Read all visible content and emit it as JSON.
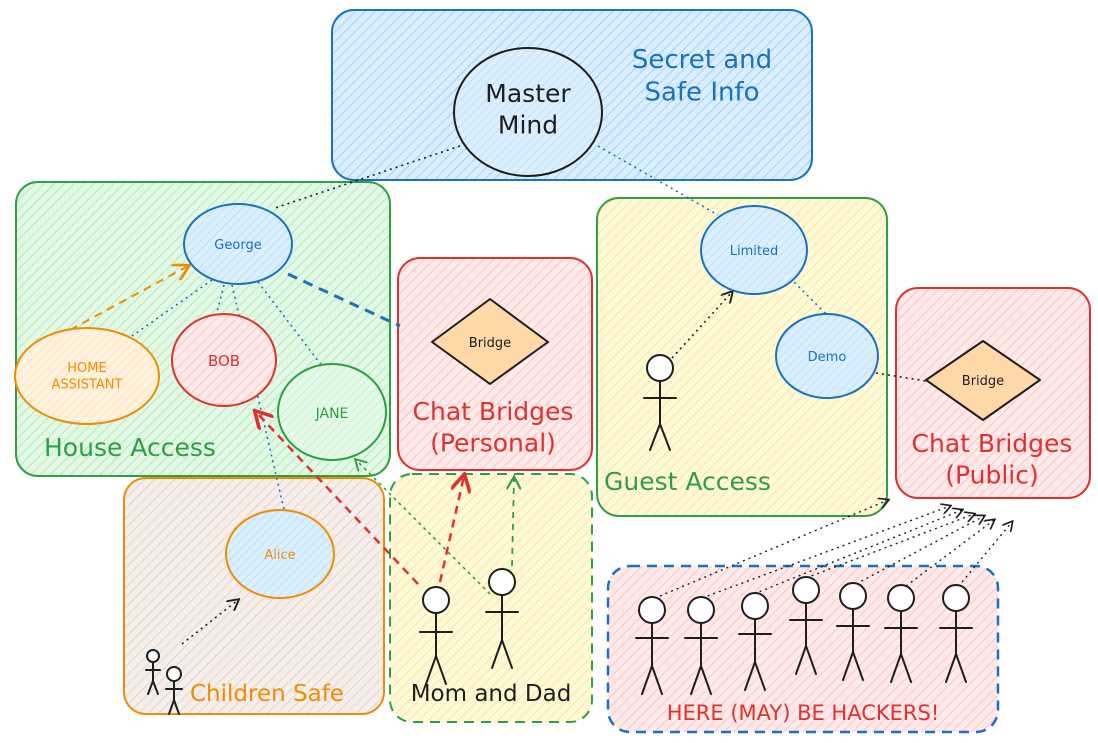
{
  "colors": {
    "blue": "#1971c2",
    "green": "#2f9e44",
    "red": "#e03131",
    "orange": "#f08c00",
    "black": "#1e1e1e",
    "blue_fill": "#a5d8ff",
    "green_fill": "#b2f2bb",
    "yellow_fill": "#ffec99",
    "red_fill": "#ffc9c9",
    "beige_fill": "#eaddd7",
    "bridge_fill": "#ffd8a8"
  },
  "zones": {
    "secret": "Secret and\nSafe Info",
    "house": "House Access",
    "chat_personal": "Chat Bridges\n(Personal)",
    "guest": "Guest Access",
    "chat_public": "Chat Bridges\n(Public)",
    "children": "Children Safe",
    "parents": "Mom and Dad",
    "hackers": "HERE (MAY) BE HACKERS!"
  },
  "nodes": {
    "master": "Master\nMind",
    "george": "George",
    "home_assistant": "HOME\nASSISTANT",
    "bob": "BOB",
    "jane": "JANE",
    "alice": "Alice",
    "bridge_personal": "Bridge",
    "limited": "Limited",
    "demo": "Demo",
    "bridge_public": "Bridge"
  }
}
